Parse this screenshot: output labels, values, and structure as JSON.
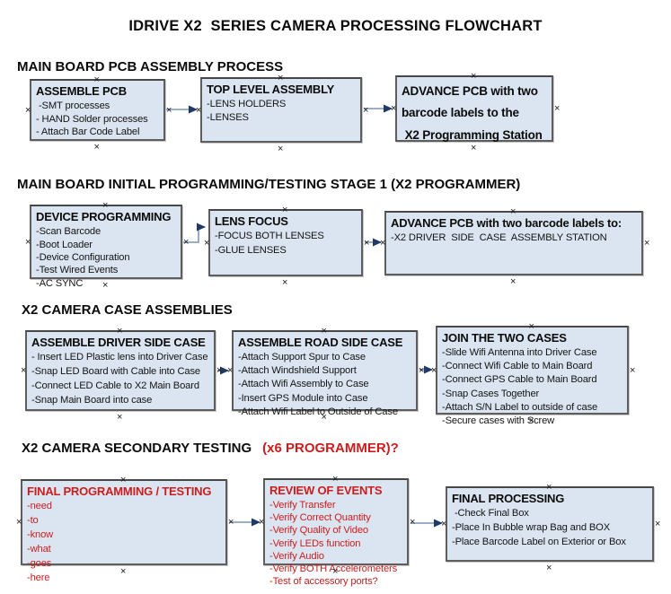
{
  "title": "IDRIVE X2  SERIES CAMERA PROCESSING FLOWCHART",
  "colors": {
    "box_fill": "#dbe5f1",
    "box_border": "#5e5e5e",
    "arrow_line": "#8ba2c3",
    "arrow_head": "#1f3a66",
    "red_text": "#cc1d1d",
    "black_text": "#0b0b0b"
  },
  "sections": [
    {
      "heading": "MAIN BOARD PCB ASSEMBLY PROCESS",
      "boxes": [
        {
          "title": "ASSEMBLE PCB",
          "items": [
            " -SMT processes",
            "- HAND Solder processes",
            "- Attach Bar Code Label"
          ]
        },
        {
          "title": "TOP LEVEL ASSEMBLY",
          "items": [
            "-LENS HOLDERS",
            "-LENSES"
          ]
        },
        {
          "title": "ADVANCE PCB with two\nbarcode labels to the\n X2 Programming Station",
          "items": []
        }
      ]
    },
    {
      "heading": "MAIN BOARD INITIAL PROGRAMMING/TESTING STAGE 1 (X2 PROGRAMMER)",
      "boxes": [
        {
          "title": "DEVICE PROGRAMMING",
          "items": [
            "-Scan Barcode",
            "-Boot Loader",
            "-Device Configuration",
            "-Test Wired Events",
            "-AC SYNC"
          ]
        },
        {
          "title": "LENS FOCUS",
          "items": [
            "-FOCUS BOTH LENSES",
            "-GLUE LENSES"
          ]
        },
        {
          "title": "ADVANCE PCB with two barcode labels to:",
          "items": [
            "-X2 DRIVER  SIDE  CASE  ASSEMBLY STATION"
          ]
        }
      ]
    },
    {
      "heading": "X2 CAMERA CASE ASSEMBLIES",
      "boxes": [
        {
          "title": "ASSEMBLE DRIVER SIDE CASE",
          "items": [
            "- Insert LED Plastic lens into Driver Case",
            "-Snap LED Board with Cable into Case",
            "-Connect LED Cable to X2 Main Board",
            "-Snap Main Board into case"
          ]
        },
        {
          "title": "ASSEMBLE ROAD SIDE CASE",
          "items": [
            "-Attach Support Spur to Case",
            "-Attach Windshield Support",
            "-Attach Wifi Assembly to Case",
            "-Insert GPS Module into Case",
            "-Attach Wifi Label to Outside of Case"
          ]
        },
        {
          "title": "JOIN THE TWO CASES",
          "items": [
            "-Slide Wifi Antenna into Driver Case",
            "-Connect Wifi Cable to Main Board",
            "-Connect GPS Cable to Main Board",
            "-Snap Cases Together",
            "-Attach S/N Label to outside of case",
            "-Secure cases with Screw"
          ]
        }
      ]
    },
    {
      "heading": "X2 CAMERA SECONDARY TESTING",
      "heading_red": "(x6 PROGRAMMER)?",
      "boxes": [
        {
          "title": "FINAL PROGRAMMING / TESTING",
          "items": [
            "-need",
            "-to",
            "-know",
            "-what",
            "-goes",
            "-here"
          ]
        },
        {
          "title": "REVIEW OF EVENTS",
          "items": [
            "-Verify Transfer",
            "-Verify Correct Quantity",
            "-Verify Quality of Video",
            "-Verify LEDs function",
            "-Verify Audio",
            "-Verify BOTH Accelerometers",
            "-Test of accessory ports?"
          ]
        },
        {
          "title": "FINAL PROCESSING",
          "items": [
            " -Check Final Box",
            "-Place In Bubble wrap Bag and BOX",
            "-Place Barcode Label on Exterior or Box"
          ]
        }
      ]
    }
  ]
}
